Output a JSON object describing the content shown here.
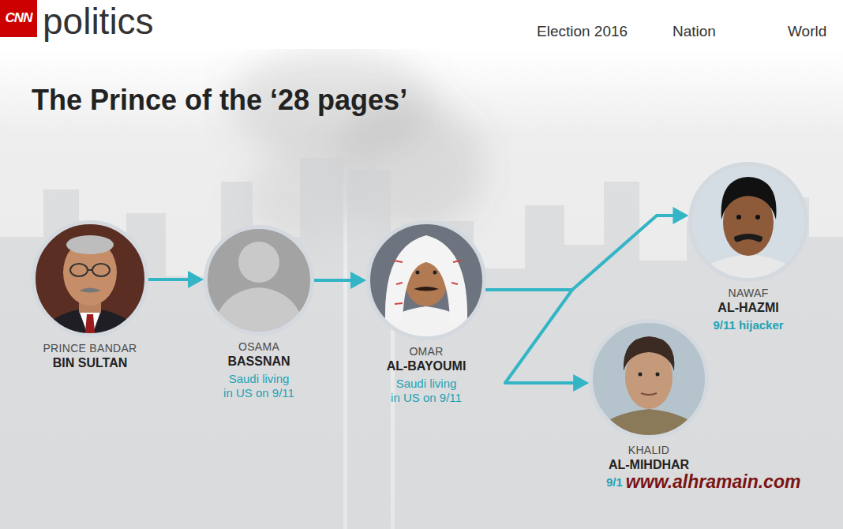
{
  "diagram": {
    "title": "The Prince of the ‘28 pages’",
    "nodes": [
      {
        "text": [
          "PRINCE BANDAR",
          "BIN SULTAN"
        ]
      },
      {
        "text": [
          "OSAMA",
          "BASSNAN",
          "Saudi living in US on 9/11"
        ]
      },
      {
        "text": [
          "OMAR",
          "AL-BAYOUMI",
          "Saudi living in US on 9/11"
        ]
      },
      {
        "text": [
          "NAWAF",
          "AL-HAZMI",
          "9/11 hijacker"
        ]
      },
      {
        "text": [
          "KHALID",
          "AL-MIHDHAR",
          "9/1"
        ]
      }
    ],
    "edges": [
      {
        "from": 0,
        "to": 1,
        "arrow": "to"
      },
      {
        "from": 1,
        "to": 2,
        "arrow": "to"
      },
      {
        "from": 2,
        "to": 3,
        "arrow": "to"
      },
      {
        "from": 2,
        "to": 4,
        "arrow": "to"
      }
    ],
    "labels": [
      "CNN",
      "politics",
      "Election 2016",
      "Nation",
      "World",
      "www.alhramain.com"
    ]
  }
}
